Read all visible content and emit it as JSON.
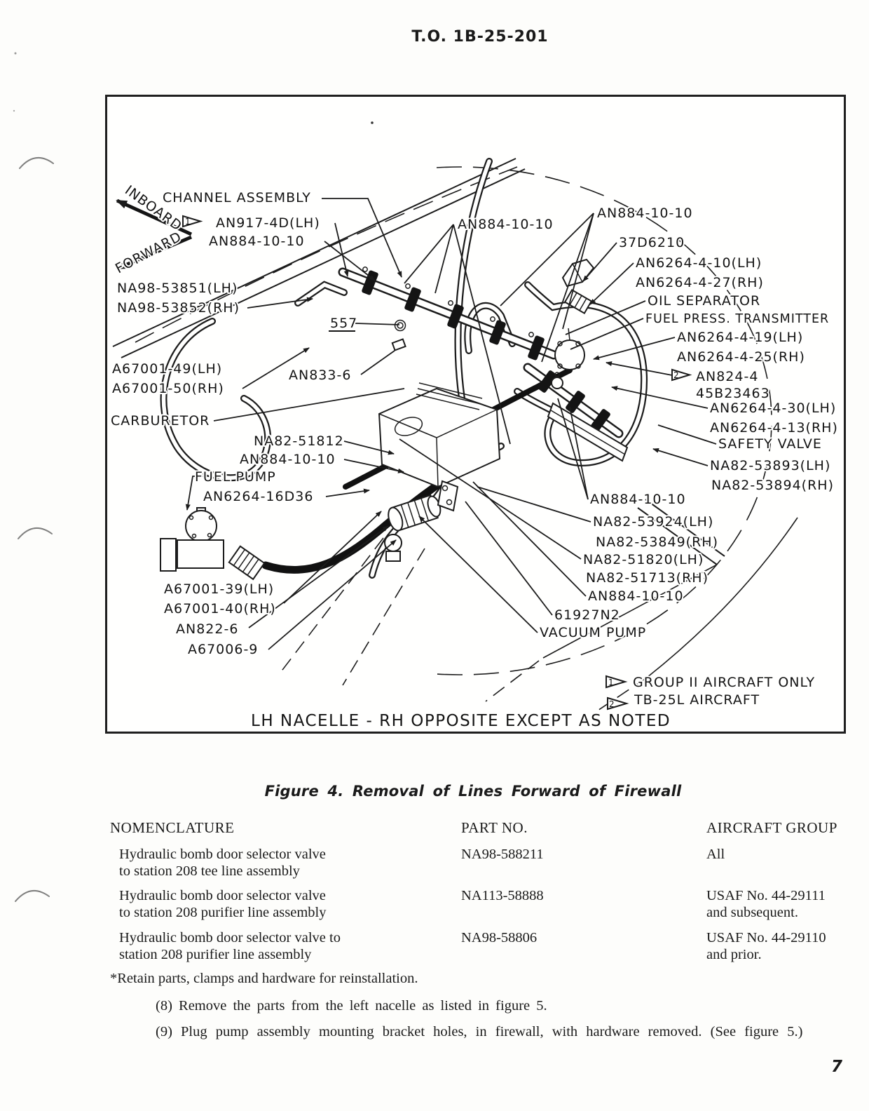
{
  "page": {
    "header": "T.O. 1B-25-201",
    "page_number": "7"
  },
  "figure": {
    "caption": "Figure 4.   Removal of Lines Forward of Firewall",
    "direction": {
      "inboard": "INBOARD",
      "forward": "FORWARD"
    },
    "footer_note": "LH NACELLE - RH OPPOSITE EXCEPT AS NOTED",
    "flag_legend": [
      {
        "flag": "1",
        "label": "GROUP II AIRCRAFT ONLY"
      },
      {
        "flag": "2",
        "label": "TB-25L AIRCRAFT"
      }
    ],
    "labels": {
      "channel_assembly": "CHANNEL ASSEMBLY",
      "an917_4d_lh": "AN917-4D(LH)",
      "an884_top_left": "AN884-10-10",
      "na98_53851_lh": "NA98-53851(LH)",
      "na98_53852_rh": "NA98-53852(RH)",
      "item_557": "557",
      "a67001_49_lh": "A67001-49(LH)",
      "a67001_50_rh": "A67001-50(RH)",
      "an833_6": "AN833-6",
      "carburetor": "CARBURETOR",
      "na82_51812": "NA82-51812",
      "an884_mid_left": "AN884-10-10",
      "fuel_pump": "FUEL PUMP",
      "an6264_16d36": "AN6264-16D36",
      "a67001_39_lh": "A67001-39(LH)",
      "a67001_40_rh": "A67001-40(RH)",
      "an822_6": "AN822-6",
      "a67006_9": "A67006-9",
      "an884_center_top": "AN884-10-10",
      "an884_top_right": "AN884-10-10",
      "part_37d6210": "37D6210",
      "an6264_4_10_lh": "AN6264-4-10(LH)",
      "an6264_4_27_rh": "AN6264-4-27(RH)",
      "oil_separator": "OIL SEPARATOR",
      "fuel_press_transmitter": "FUEL PRESS. TRANSMITTER",
      "an6264_4_19_lh": "AN6264-4-19(LH)",
      "an6264_4_25_rh": "AN6264-4-25(RH)",
      "an824_4": "AN824-4",
      "part_45b23463": "45B23463",
      "an6264_4_30_lh": "AN6264-4-30(LH)",
      "an6264_4_13_rh": "AN6264-4-13(RH)",
      "safety_valve": "SAFETY VALVE",
      "na82_53893_lh": "NA82-53893(LH)",
      "na82_53894_rh": "NA82-53894(RH)",
      "an884_right_mid": "AN884-10-10",
      "na82_53924_lh": "NA82-53924(LH)",
      "na82_53849_rh": "NA82-53849(RH)",
      "na82_51820_lh": "NA82-51820(LH)",
      "na82_51713_rh": "NA82-51713(RH)",
      "an884_bottom": "AN884-10-10",
      "part_61927n2": "61927N2",
      "vacuum_pump": "VACUUM PUMP"
    }
  },
  "parts_table": {
    "headers": [
      "NOMENCLATURE",
      "PART NO.",
      "AIRCRAFT GROUP"
    ],
    "rows": [
      {
        "nomenclature_line1": "Hydraulic bomb door selector valve",
        "nomenclature_line2": "to station 208 tee line assembly",
        "part_no": "NA98-588211",
        "aircraft_group_line1": "All",
        "aircraft_group_line2": ""
      },
      {
        "nomenclature_line1": "Hydraulic bomb door selector valve",
        "nomenclature_line2": "to station 208 purifier line assembly",
        "part_no": "NA113-58888",
        "aircraft_group_line1": "USAF No. 44-29111",
        "aircraft_group_line2": "and subsequent."
      },
      {
        "nomenclature_line1": "Hydraulic bomb door selector valve to",
        "nomenclature_line2": "station 208 purifier line assembly",
        "part_no": "NA98-58806",
        "aircraft_group_line1": "USAF No. 44-29110",
        "aircraft_group_line2": "and prior."
      }
    ]
  },
  "notes": {
    "retain_note": "*Retain parts, clamps and hardware for reinstallation.",
    "step_8": "(8)  Remove the parts from the left nacelle as listed in figure 5.",
    "step_9": "(9)  Plug pump assembly mounting bracket holes, in firewall, with hardware removed.  (See figure 5.)"
  }
}
